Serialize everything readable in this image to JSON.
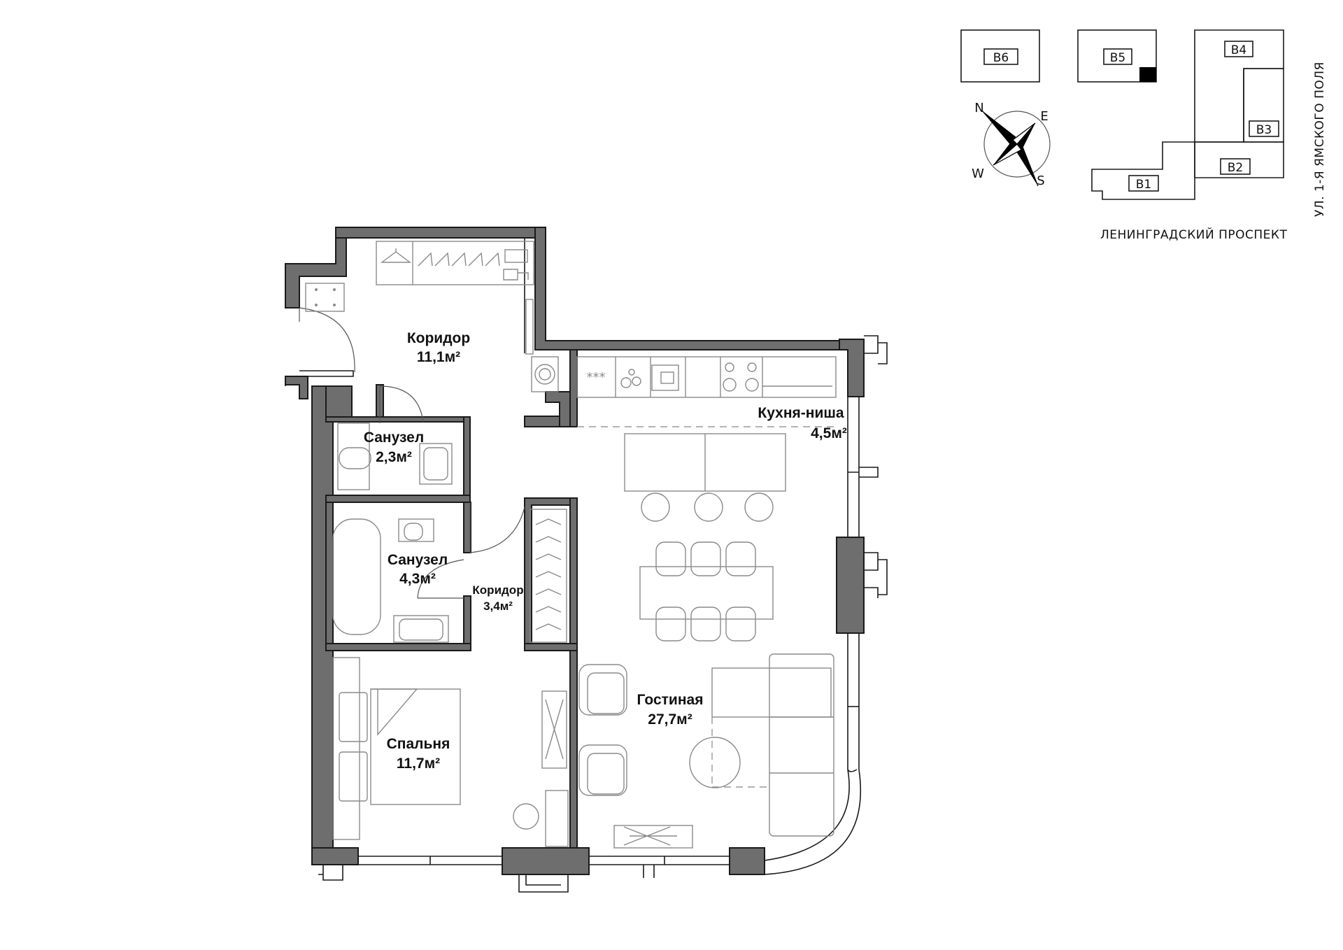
{
  "rooms": [
    {
      "id": "corridor-main",
      "name": "Коридор",
      "area": "11,1м²"
    },
    {
      "id": "bathroom-small",
      "name": "Санузел",
      "area": "2,3м²"
    },
    {
      "id": "bathroom-large",
      "name": "Санузел",
      "area": "4,3м²"
    },
    {
      "id": "corridor-small",
      "name": "Коридор",
      "area": "3,4м²"
    },
    {
      "id": "kitchen",
      "name": "Кухня-ниша",
      "area": "4,5м²"
    },
    {
      "id": "living",
      "name": "Гостиная",
      "area": "27,7м²"
    },
    {
      "id": "bedroom",
      "name": "Спальня",
      "area": "11,7м²"
    }
  ],
  "site_plan": {
    "buildings": [
      "В6",
      "В5",
      "В4",
      "В3",
      "В2",
      "В1"
    ],
    "highlighted_building": "В5",
    "streets": {
      "bottom": "ЛЕНИНГРАДСКИЙ ПРОСПЕКТ",
      "right": "УЛ. 1-Я ЯМСКОГО ПОЛЯ"
    }
  },
  "compass": {
    "n": "N",
    "e": "E",
    "s": "S",
    "w": "W"
  }
}
